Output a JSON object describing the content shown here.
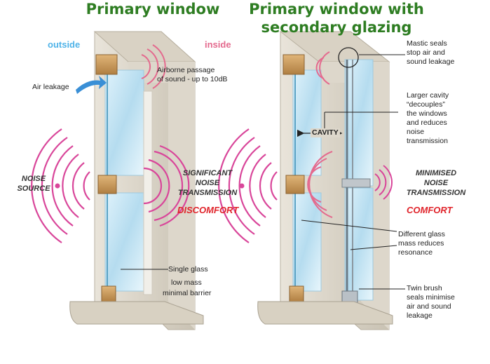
{
  "titles": {
    "left": "Primary window",
    "right_line1": "Primary window with",
    "right_line2": "secondary glazing"
  },
  "sides": {
    "outside": "outside",
    "inside": "inside"
  },
  "left_panel": {
    "air_leakage": "Air leakage",
    "airborne_line1": "Airborne passage",
    "airborne_line2": "of sound - up to 10dB",
    "noise_line1": "NOISE",
    "noise_line2": "SOURCE",
    "transmission_line1": "SIGNIFICANT",
    "transmission_line2": "NOISE",
    "transmission_line3": "TRANSMISSION",
    "result": "DISCOMFORT",
    "glass_line1": "Single glass",
    "glass_line2": "low mass",
    "glass_line3": "minimal barrier"
  },
  "right_panel": {
    "cavity": "CAVITY",
    "mastic_line1": "Mastic seals",
    "mastic_line2": "stop air and",
    "mastic_line3": "sound leakage",
    "cavity_note_line1": "Larger cavity",
    "cavity_note_line2": "“decouples”",
    "cavity_note_line3": "the windows",
    "cavity_note_line4": "and reduces",
    "cavity_note_line5": "noise",
    "cavity_note_line6": "transmission",
    "transmission_line1": "MINIMISED",
    "transmission_line2": "NOISE",
    "transmission_line3": "TRANSMISSION",
    "result": "COMFORT",
    "mass_line1": "Different glass",
    "mass_line2": "mass reduces",
    "mass_line3": "resonance",
    "brush_line1": "Twin brush",
    "brush_line2": "seals minimise",
    "brush_line3": "air and sound",
    "brush_line4": "leakage"
  },
  "colors": {
    "title_green": "#2e7d22",
    "outside_blue": "#4fb3e8",
    "inside_pink": "#e46a8e",
    "wave_magenta": "#d9469a",
    "alert_red": "#e0242b",
    "wall": "#cec7b7",
    "timber": "#c99a5b",
    "glass": "#b9e0f2"
  }
}
